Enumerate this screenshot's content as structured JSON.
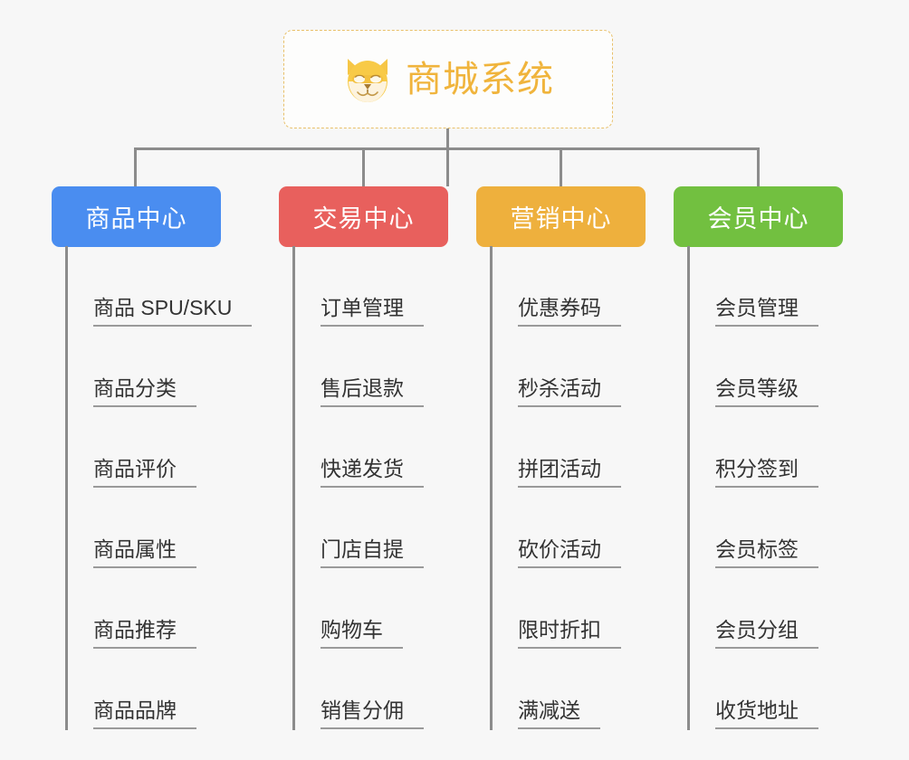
{
  "root": {
    "label": "商城系统",
    "icon": "shiba-dog-icon",
    "text_color": "#f0b43c",
    "border_color": "#e8c06a",
    "background": "#fdfdfc"
  },
  "canvas": {
    "background": "#f7f7f7",
    "connector_color": "#8c8c8c"
  },
  "branches": [
    {
      "title": "商品中心",
      "color": "#4a8df0",
      "items": [
        "商品 SPU/SKU",
        "商品分类",
        "商品评价",
        "商品属性",
        "商品推荐",
        "商品品牌"
      ]
    },
    {
      "title": "交易中心",
      "color": "#e8605d",
      "items": [
        "订单管理",
        "售后退款",
        "快递发货",
        "门店自提",
        "购物车",
        "销售分佣"
      ]
    },
    {
      "title": "营销中心",
      "color": "#eeb03d",
      "items": [
        "优惠券码",
        "秒杀活动",
        "拼团活动",
        "砍价活动",
        "限时折扣",
        "满减送"
      ]
    },
    {
      "title": "会员中心",
      "color": "#72c040",
      "items": [
        "会员管理",
        "会员等级",
        "积分签到",
        "会员标签",
        "会员分组",
        "收货地址"
      ]
    }
  ]
}
